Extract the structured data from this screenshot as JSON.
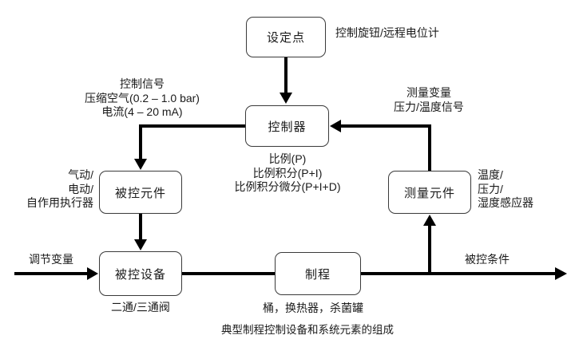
{
  "colors": {
    "background": "#ffffff",
    "line": "#000000",
    "box_border": "#3a3a3a",
    "text": "#1a1a1a"
  },
  "diagram": {
    "caption": "典型制程控制设备和系统元素的组成",
    "nodes": {
      "setpoint": {
        "label": "设定点"
      },
      "controller": {
        "label": "控制器"
      },
      "controlled_element": {
        "label": "被控元件"
      },
      "measuring_element": {
        "label": "测量元件"
      },
      "controlled_device": {
        "label": "被控设备"
      },
      "process": {
        "label": "制程"
      }
    },
    "annotations": {
      "setpoint_note": "控制旋钮/远程电位计",
      "control_signal_lines": [
        "控制信号",
        "压缩空气(0.2 – 1.0 bar)",
        "电流(4 – 20 mA)"
      ],
      "measured_variable_lines": [
        "测量变量",
        "压力/温度信号"
      ],
      "controller_mode_lines": [
        "比例(P)",
        "比例积分(P+I)",
        "比例积分微分(P+I+D)"
      ],
      "actuator_lines": [
        "气动/",
        "电动/",
        "自作用执行器"
      ],
      "sensor_lines": [
        "温度/",
        "压力/",
        "湿度感应器"
      ],
      "manipulated_variable": "调节变量",
      "valve_note": "二通/三通阀",
      "process_examples": "桶，换热器，杀菌罐",
      "controlled_condition": "被控条件"
    }
  }
}
